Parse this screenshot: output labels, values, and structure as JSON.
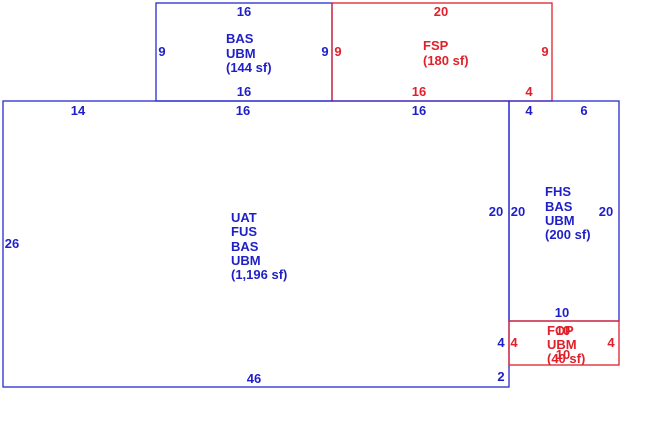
{
  "colors": {
    "blue": "#1f1fc8",
    "red": "#e0202a"
  },
  "areas": {
    "bas_top": {
      "lines": [
        "BAS",
        "UBM",
        "(144 sf)"
      ]
    },
    "fsp": {
      "lines": [
        "FSP",
        "(180 sf)"
      ]
    },
    "main": {
      "lines": [
        "UAT",
        "FUS",
        "BAS",
        "UBM",
        "(1,196 sf)"
      ]
    },
    "fhs": {
      "lines": [
        "FHS",
        "BAS",
        "UBM",
        "(200 sf)"
      ]
    },
    "fop": {
      "lines": [
        "FOP",
        "UBM",
        "(40 sf)"
      ],
      "overlap_lines": [
        "10",
        "10"
      ]
    }
  },
  "dimensions": {
    "bas_top": {
      "top": "16",
      "left": "9",
      "right": "9",
      "bottom": "16"
    },
    "fsp": {
      "top": "20",
      "left": "9",
      "right": "9",
      "bottom_left": "16",
      "bottom_right": "4"
    },
    "main": {
      "top_a": "14",
      "top_b": "16",
      "top_c": "16",
      "left": "26",
      "right_upper": "20",
      "right_lower": "4",
      "bottom": "46",
      "bottom_right": "2"
    },
    "fhs": {
      "top_a": "4",
      "top_b": "6",
      "left": "20",
      "right": "20",
      "bottom": "10"
    },
    "fop": {
      "left": "4",
      "right": "4"
    }
  }
}
